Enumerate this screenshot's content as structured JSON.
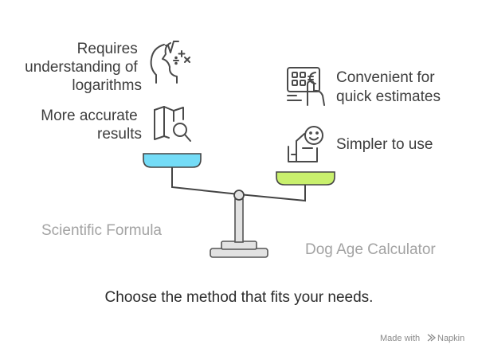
{
  "left": {
    "label": "Scientific Formula",
    "pan_color": "#74dcf7",
    "points": [
      {
        "lines": [
          "Requires",
          "understanding of",
          "logarithms"
        ],
        "icon": "head-math-icon"
      },
      {
        "lines": [
          "More accurate",
          "results"
        ],
        "icon": "map-search-icon"
      }
    ]
  },
  "right": {
    "label": "Dog Age Calculator",
    "pan_color": "#c9f06d",
    "points": [
      {
        "lines": [
          "Convenient for",
          "quick estimates"
        ],
        "icon": "calculator-hand-icon"
      },
      {
        "lines": [
          "Simpler to use"
        ],
        "icon": "happy-person-desk-icon"
      }
    ]
  },
  "caption": "Choose the method that fits your needs.",
  "footer": {
    "made_with": "Made with",
    "brand": "Napkin"
  }
}
